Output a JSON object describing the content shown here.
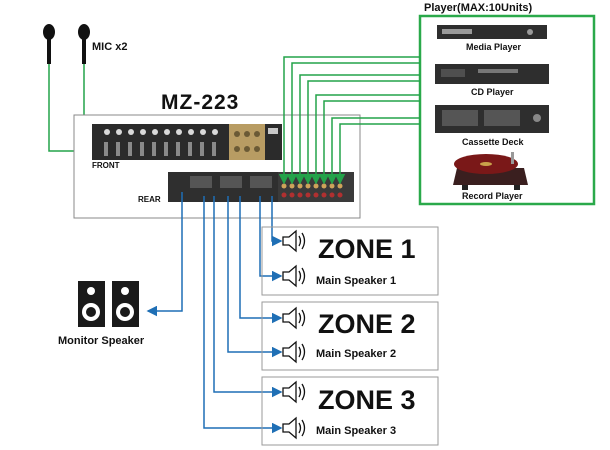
{
  "mic": {
    "label": "MIC  x2"
  },
  "mixer": {
    "model": "MZ-223",
    "front_label": "FRONT",
    "rear_label": "REAR"
  },
  "players": {
    "title": "Player(MAX:10Units)",
    "items": [
      {
        "label": "Media Player"
      },
      {
        "label": "CD Player"
      },
      {
        "label": "Cassette Deck"
      },
      {
        "label": "Record Player"
      }
    ]
  },
  "monitor": {
    "label": "Monitor Speaker"
  },
  "zones": [
    {
      "title": "ZONE 1",
      "speaker": "Main Speaker 1"
    },
    {
      "title": "ZONE 2",
      "speaker": "Main Speaker 2"
    },
    {
      "title": "ZONE 3",
      "speaker": "Main Speaker 3"
    }
  ],
  "colors": {
    "audio_in": "#23a34a",
    "speaker_out": "#1f6fb5",
    "player_border": "#2aa94a"
  }
}
